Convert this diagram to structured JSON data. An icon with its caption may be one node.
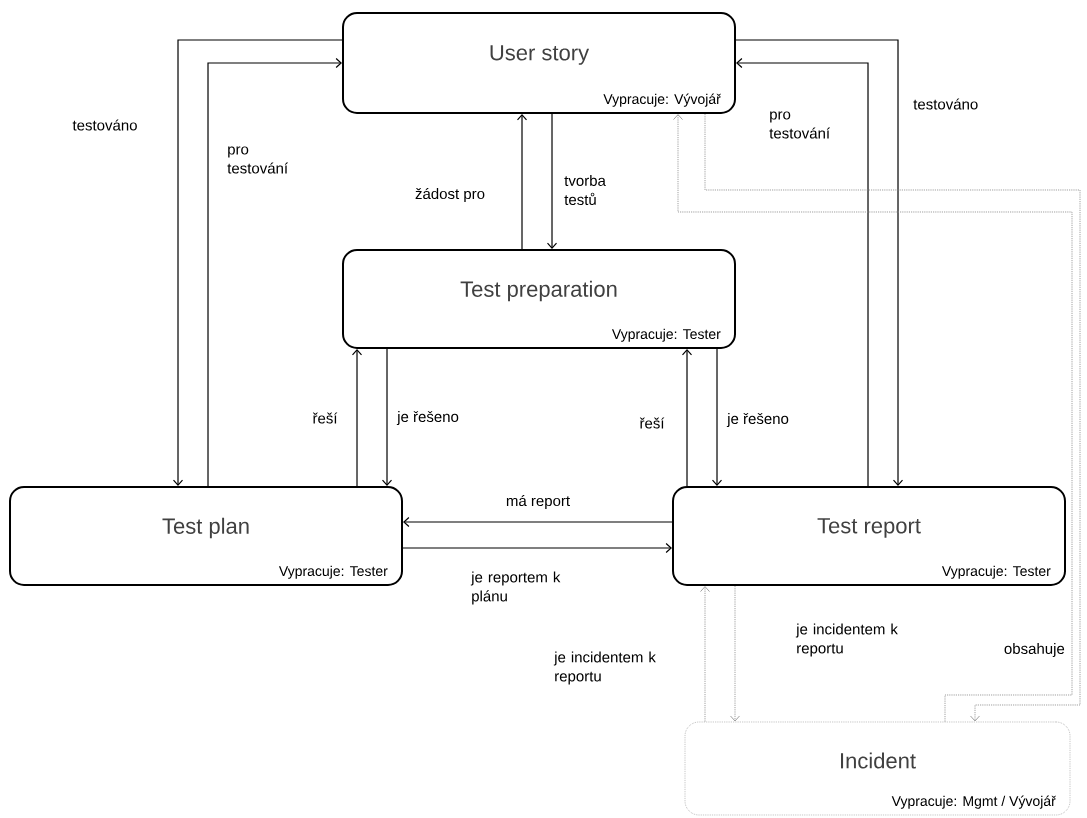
{
  "diagram": {
    "nodes": [
      {
        "text": [
          "User story",
          "Vypracuje: Vývojář"
        ]
      },
      {
        "text": [
          "Test preparation",
          "Vypracuje: Tester"
        ]
      },
      {
        "text": [
          "Test plan",
          "Vypracuje: Tester"
        ]
      },
      {
        "text": [
          "Test report",
          "Vypracuje: Tester"
        ]
      },
      {
        "text": [
          "Incident",
          "Vypracuje: Mgmt / Vývojář"
        ]
      }
    ],
    "edges": [
      {
        "from": 0,
        "to": 2,
        "arrow": "to",
        "label": "testováno"
      },
      {
        "from": 2,
        "to": 0,
        "arrow": "to",
        "label": "pro testování"
      },
      {
        "from": 1,
        "to": 0,
        "arrow": "to",
        "label": "žádost pro"
      },
      {
        "from": 0,
        "to": 1,
        "arrow": "to",
        "label": "tvorba testů"
      },
      {
        "from": 2,
        "to": 1,
        "arrow": "to",
        "label": "řeší"
      },
      {
        "from": 1,
        "to": 2,
        "arrow": "to",
        "label": "je řešeno"
      },
      {
        "from": 3,
        "to": 1,
        "arrow": "to",
        "label": "řeší"
      },
      {
        "from": 1,
        "to": 3,
        "arrow": "to",
        "label": "je řešeno"
      },
      {
        "from": 3,
        "to": 2,
        "arrow": "to",
        "label": "má report"
      },
      {
        "from": 2,
        "to": 3,
        "arrow": "to",
        "label": "je reportem k plánu"
      },
      {
        "from": 3,
        "to": 0,
        "arrow": "to",
        "label": "pro testování"
      },
      {
        "from": 0,
        "to": 3,
        "arrow": "to",
        "label": "testováno"
      },
      {
        "from": 3,
        "to": 4,
        "arrow": "to",
        "label": "je incidentem k reportu",
        "style": "dashed",
        "color": "#888888"
      },
      {
        "from": 4,
        "to": 3,
        "arrow": "to",
        "label": "je incidentem k reportu",
        "style": "dashed",
        "color": "#888888"
      },
      {
        "from": 0,
        "to": 4,
        "arrow": "to",
        "label": "obsahuje",
        "style": "dashed",
        "color": "#888888"
      },
      {
        "from": 4,
        "to": 0,
        "arrow": "to",
        "style": "dashed",
        "color": "#888888"
      }
    ]
  }
}
